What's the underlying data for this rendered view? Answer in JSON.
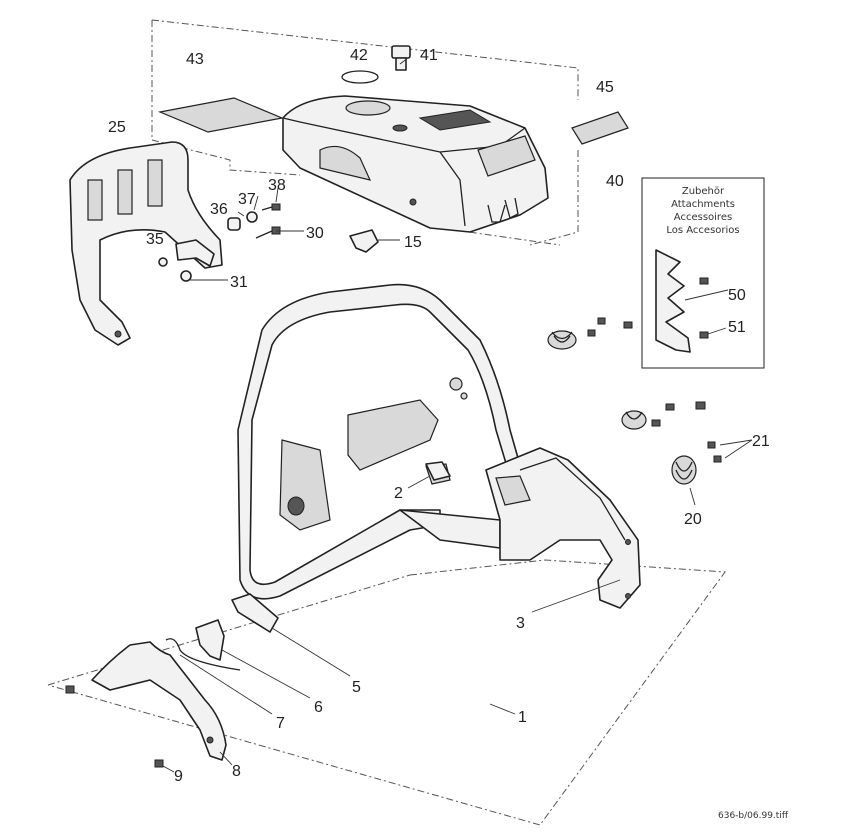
{
  "diagram": {
    "callouts": {
      "c1": "1",
      "c2": "2",
      "c3": "3",
      "c5": "5",
      "c6": "6",
      "c7": "7",
      "c8": "8",
      "c9": "9",
      "c15": "15",
      "c20": "20",
      "c21": "21",
      "c25": "25",
      "c30": "30",
      "c31": "31",
      "c35": "35",
      "c36": "36",
      "c37": "37",
      "c38": "38",
      "c40": "40",
      "c41": "41",
      "c42": "42",
      "c43": "43",
      "c45": "45",
      "c50": "50",
      "c51": "51"
    },
    "accessories_box": {
      "line1": "Zubehör",
      "line2": "Attachments",
      "line3": "Accessoires",
      "line4": "Los Accesorios"
    },
    "file_name": "636-b/06.99.tiff"
  }
}
